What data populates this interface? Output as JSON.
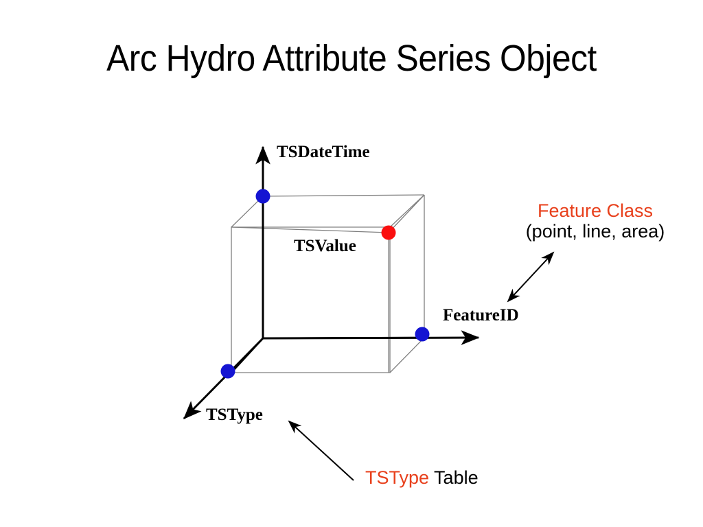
{
  "slide": {
    "title": "Arc Hydro Attribute Series Object",
    "background_color": "#ffffff"
  },
  "colors": {
    "accent": "#e8401c",
    "point_blue": "#1414d2",
    "point_red": "#fa0f0f",
    "axis_black": "#000000",
    "cube_gray": "#808080"
  },
  "diagram": {
    "type": "3d-axes-cube",
    "axes": [
      {
        "id": "tsdatetime",
        "label": "TSDateTime",
        "direction": "up"
      },
      {
        "id": "featureid",
        "label": "FeatureID",
        "direction": "right"
      },
      {
        "id": "tstype",
        "label": "TSType",
        "direction": "down-left"
      }
    ],
    "cube_label": "TSValue",
    "points": [
      {
        "id": "point-tsdatetime-axis",
        "color": "#1414d2",
        "on_axis": "TSDateTime"
      },
      {
        "id": "point-featureid-axis",
        "color": "#1414d2",
        "on_axis": "FeatureID"
      },
      {
        "id": "point-tstype-axis",
        "color": "#1414d2",
        "on_axis": "TSType"
      },
      {
        "id": "point-tsvalue",
        "color": "#fa0f0f",
        "on_axis": "TSValue"
      }
    ]
  },
  "annotations": {
    "feature_class": {
      "line1": "Feature Class",
      "line2": "(point, line, area)",
      "line1_color": "#e8401c",
      "line2_color": "#000000",
      "arrow": "double-headed"
    },
    "tstype_table": {
      "line1_accent": "TSType",
      "line1_rest": " Table",
      "accent_color": "#e8401c",
      "arrow": "single-headed"
    }
  }
}
